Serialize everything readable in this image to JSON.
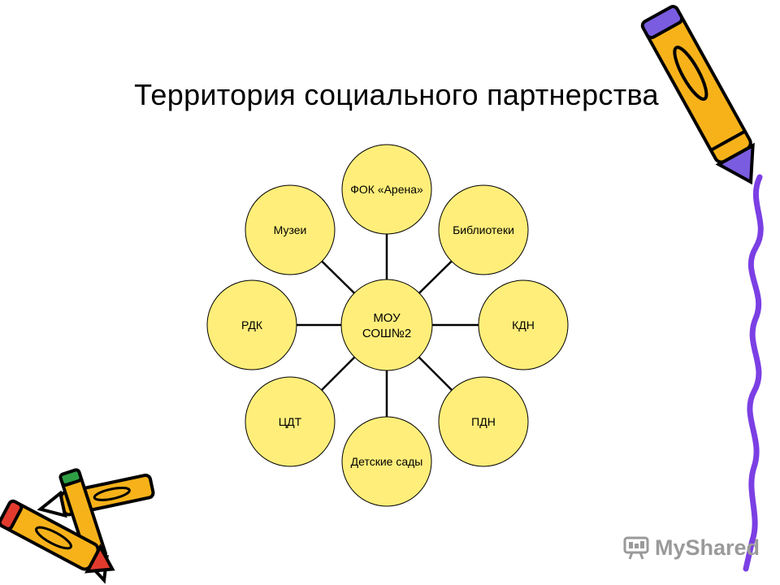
{
  "title": "Территория социального партнерства",
  "center": {
    "line1": "МОУ",
    "line2": "СОШ№2"
  },
  "nodes": [
    {
      "id": "fok",
      "label": "ФОК «Арена»"
    },
    {
      "id": "libraries",
      "label": "Библиотеки"
    },
    {
      "id": "kdn",
      "label": "КДН"
    },
    {
      "id": "pdn",
      "label": "ПДН"
    },
    {
      "id": "kindergartens",
      "label": "Детские сады"
    },
    {
      "id": "cdt",
      "label": "ЦДТ"
    },
    {
      "id": "rdk",
      "label": "РДК"
    },
    {
      "id": "museums",
      "label": "Музеи"
    }
  ],
  "colors": {
    "circle_fill": "#FFEE7A",
    "circle_stroke": "#000000",
    "connector": "#000000",
    "squiggle": "#7B3FE4"
  },
  "decorations": [
    "pencil-top-right-icon",
    "pencils-bottom-left-icon",
    "squiggle-line"
  ],
  "watermark": {
    "text": "MyShared",
    "icon": "presentation-board-icon"
  }
}
